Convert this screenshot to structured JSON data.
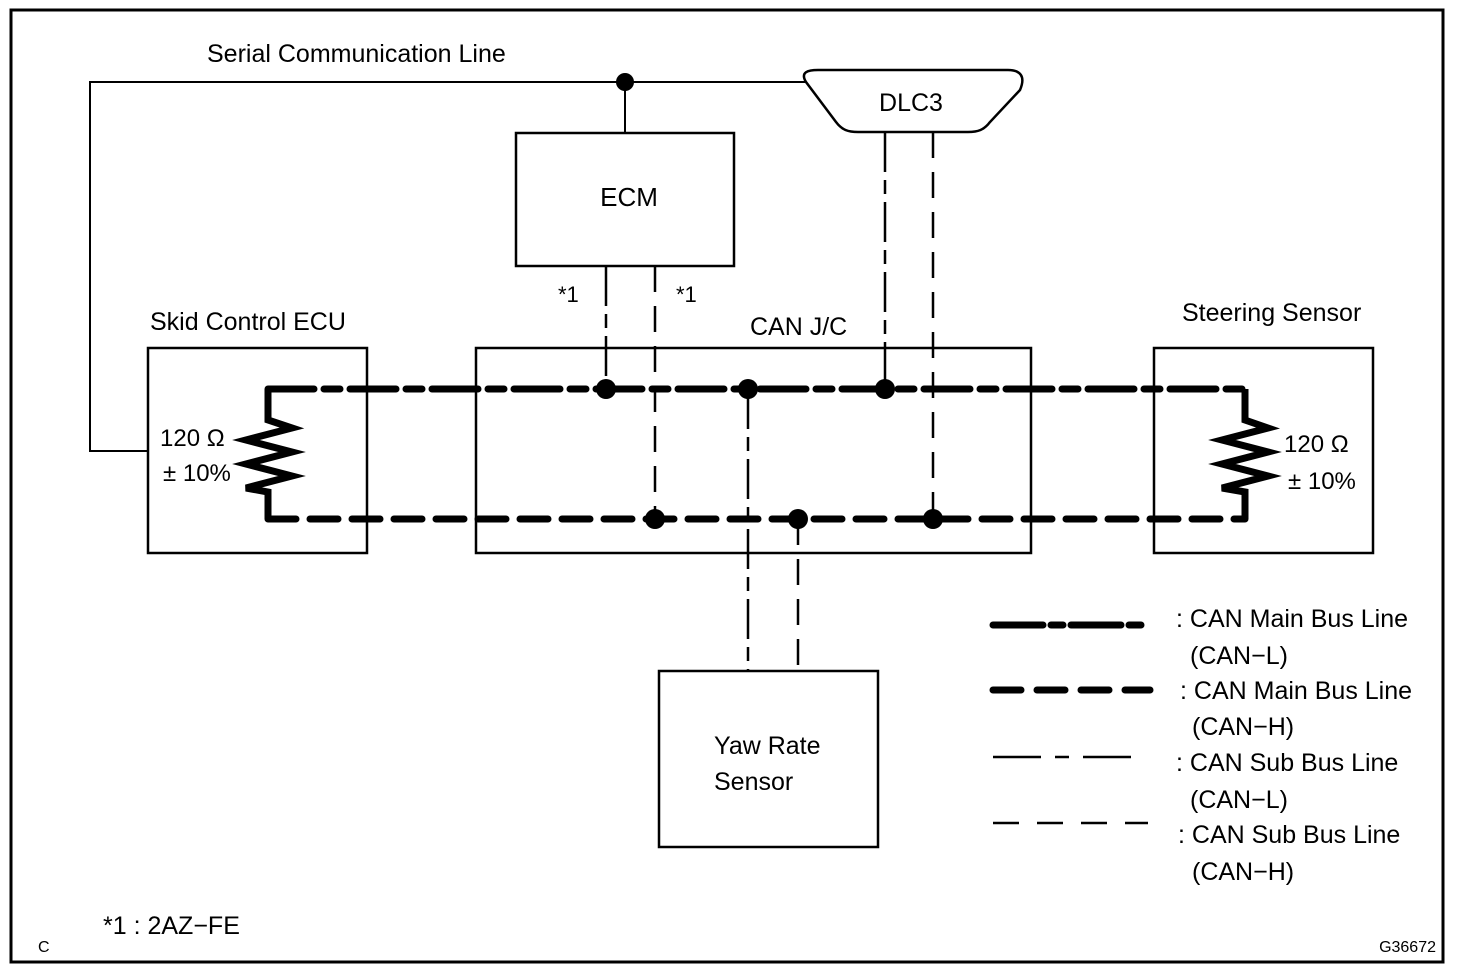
{
  "diagram": {
    "title_line": "Serial Communication Line",
    "components": {
      "ecm": "ECM",
      "dlc3": "DLC3",
      "skid_control_ecu": "Skid Control ECU",
      "can_jc": "CAN J/C",
      "steering_sensor": "Steering Sensor",
      "yaw_rate_sensor_line1": "Yaw Rate",
      "yaw_rate_sensor_line2": "Sensor"
    },
    "resistors": {
      "left": {
        "value": "120 Ω",
        "tolerance": "± 10%"
      },
      "right": {
        "value": "120 Ω",
        "tolerance": "± 10%"
      }
    },
    "ecm_note_marks": [
      "*1",
      "*1"
    ],
    "legend": [
      {
        "line": "main-l",
        "label": ": CAN Main Bus Line",
        "sub": "(CAN−L)"
      },
      {
        "line": "main-h",
        "label": ": CAN Main Bus Line",
        "sub": "(CAN−H)"
      },
      {
        "line": "sub-l",
        "label": ": CAN Sub Bus Line",
        "sub": "(CAN−L)"
      },
      {
        "line": "sub-h",
        "label": ": CAN Sub Bus Line",
        "sub": "(CAN−H)"
      }
    ],
    "footnote": "*1 : 2AZ−FE",
    "corner_mark": "C",
    "figure_id": "G36672"
  }
}
